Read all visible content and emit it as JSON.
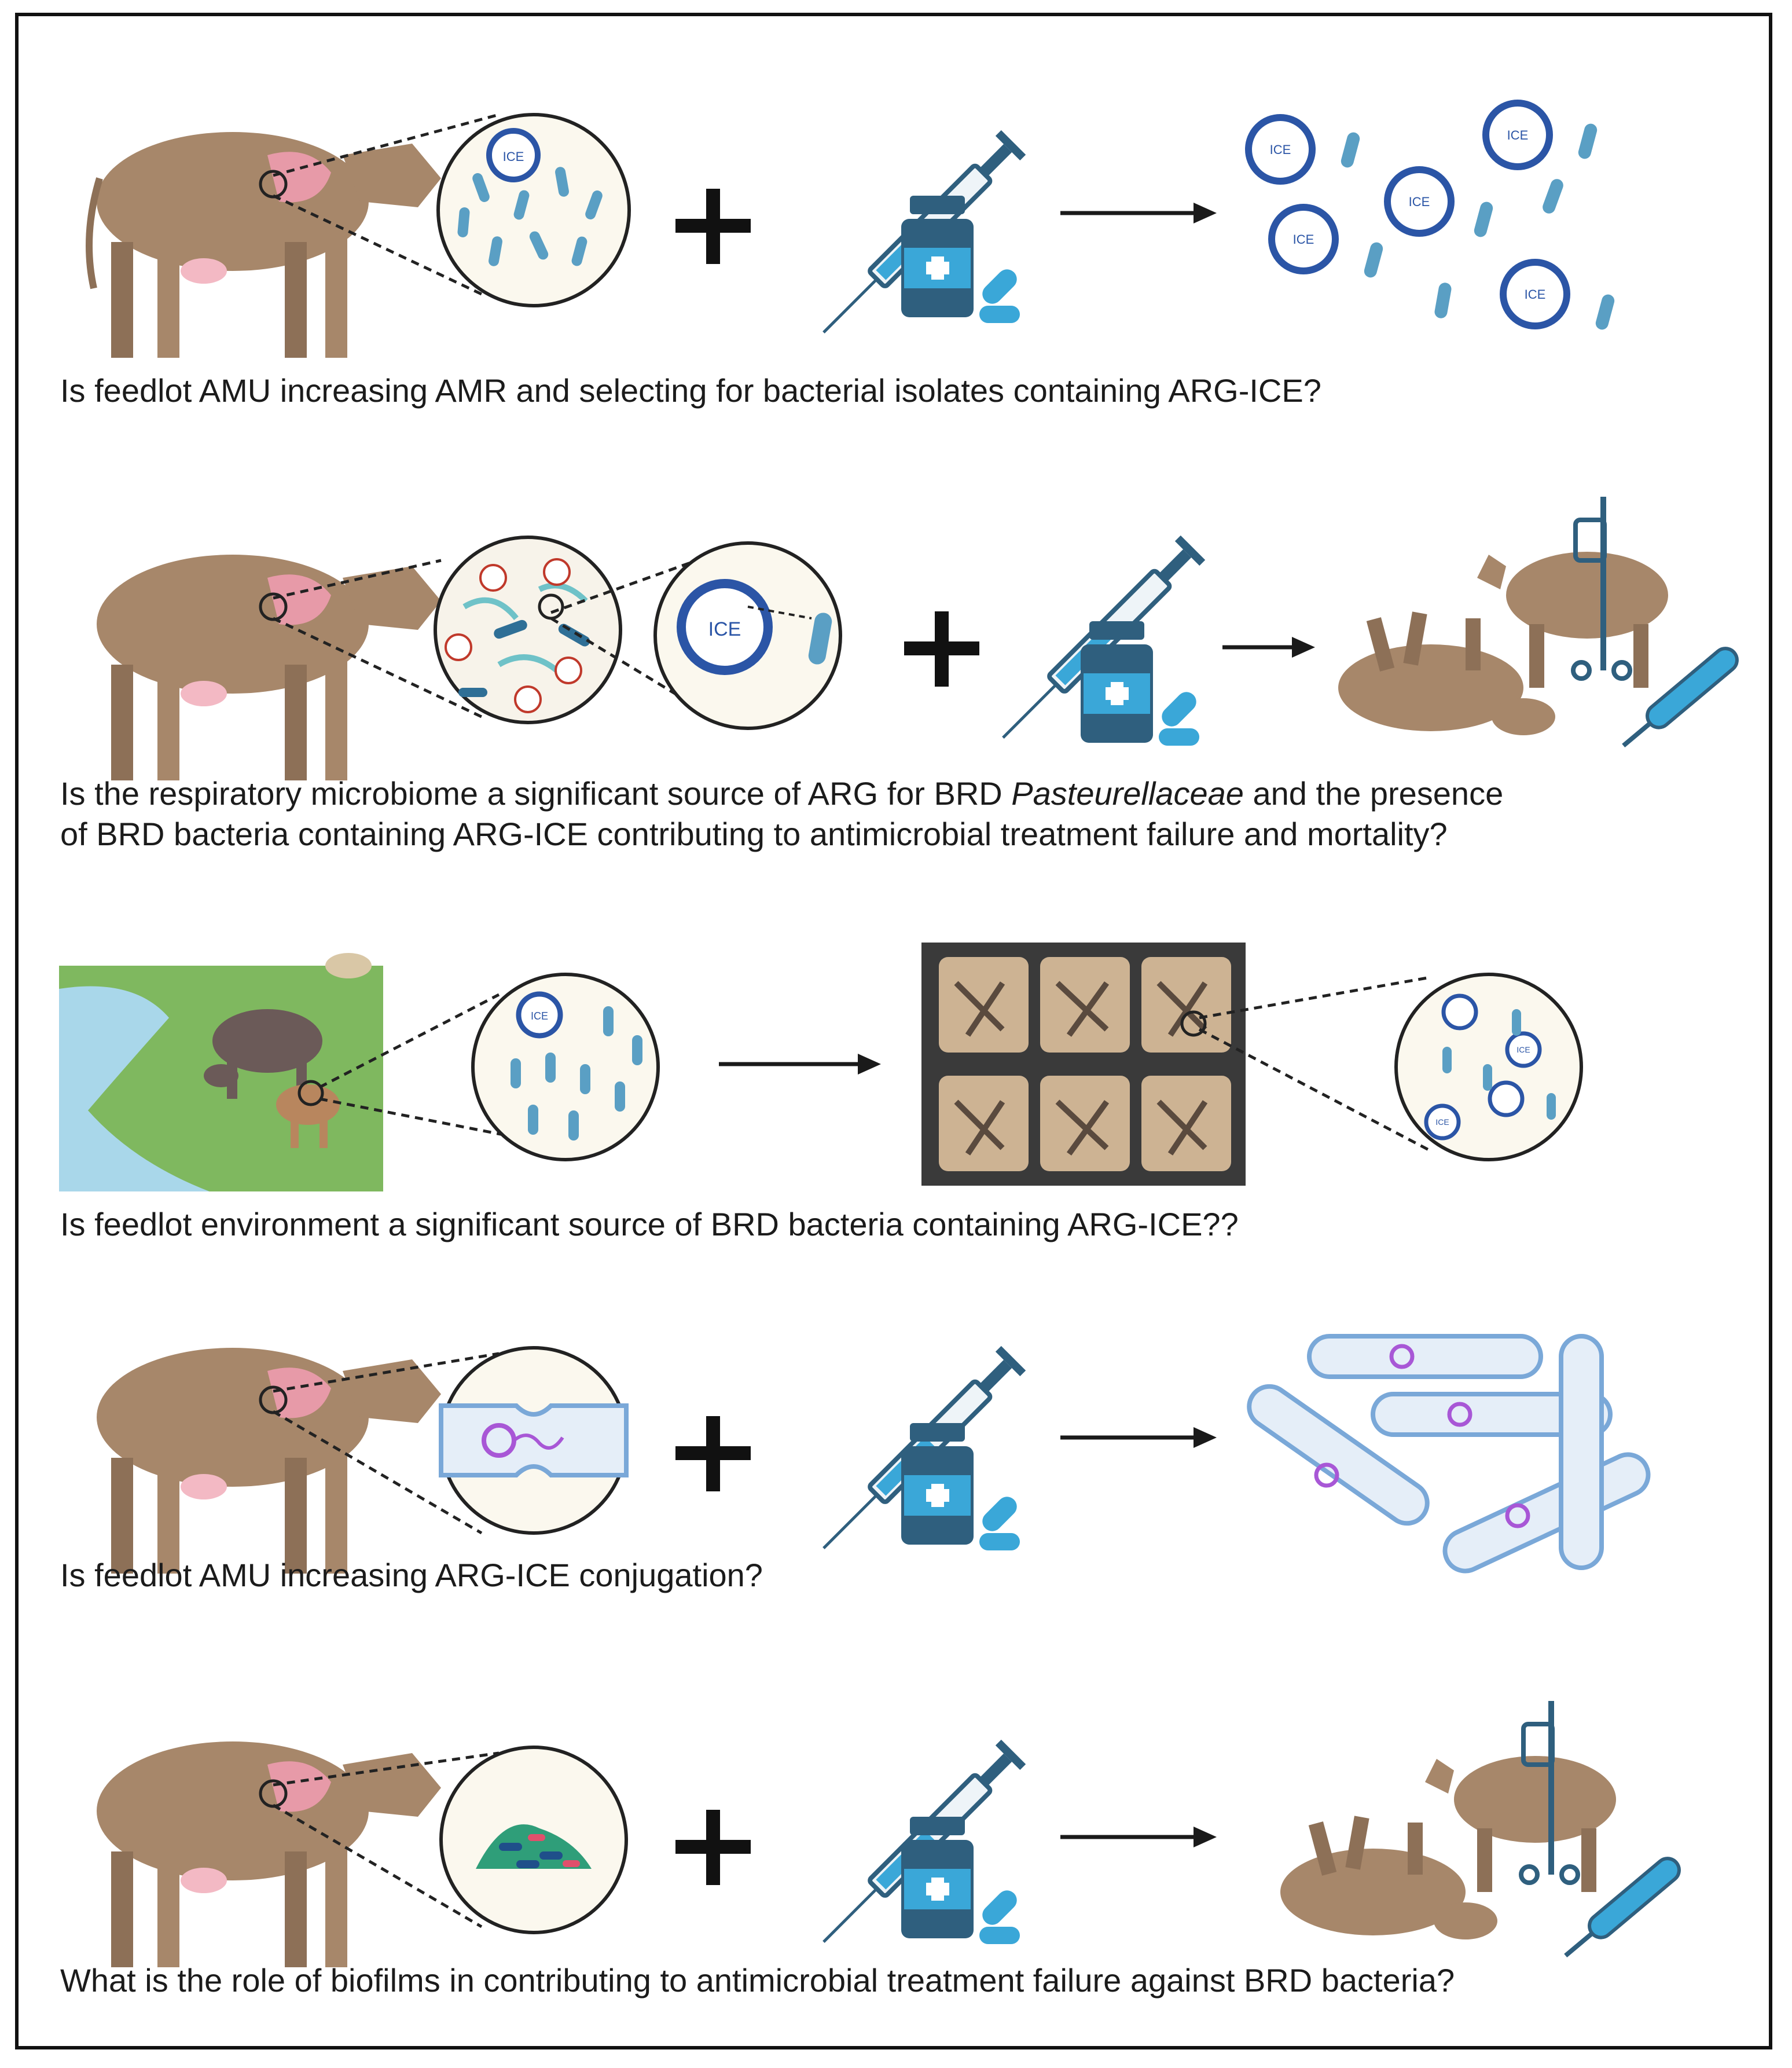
{
  "colors": {
    "cow_body": "#a7876a",
    "cow_dark": "#7a5f49",
    "lung": "#e79aa8",
    "bacterium": "#5a9fc4",
    "ice_ring": "#2b55a6",
    "arrow": "#1a1a1a",
    "bottle": "#2f5f7e",
    "pill": "#3aa7d8",
    "grass": "#7fb85f",
    "river": "#a9d7ea",
    "tray": "#3a3a3a",
    "well": "#cdb393",
    "plasmid": "#a857d6",
    "biofilm_green": "#2f9e79"
  },
  "labels": {
    "ice": "ICE"
  },
  "panels": [
    {
      "question_parts": [
        "Is feedlot AMU increasing AMR and selecting for bacterial isolates containing ARG-ICE?"
      ]
    },
    {
      "question_line1_pre": "Is the respiratory microbiome a significant source of ARG for BRD ",
      "question_line1_italic": "Pasteurellaceae",
      "question_line1_post": " and the presence",
      "question_line2": "of BRD bacteria containing ARG-ICE contributing to antimicrobial treatment failure and mortality?"
    },
    {
      "question": "Is feedlot environment a significant source of BRD bacteria containing ARG-ICE??"
    },
    {
      "question": "Is feedlot AMU increasing ARG-ICE conjugation?"
    },
    {
      "question": "What is the role of biofilms in contributing to antimicrobial treatment failure against BRD bacteria?"
    }
  ]
}
